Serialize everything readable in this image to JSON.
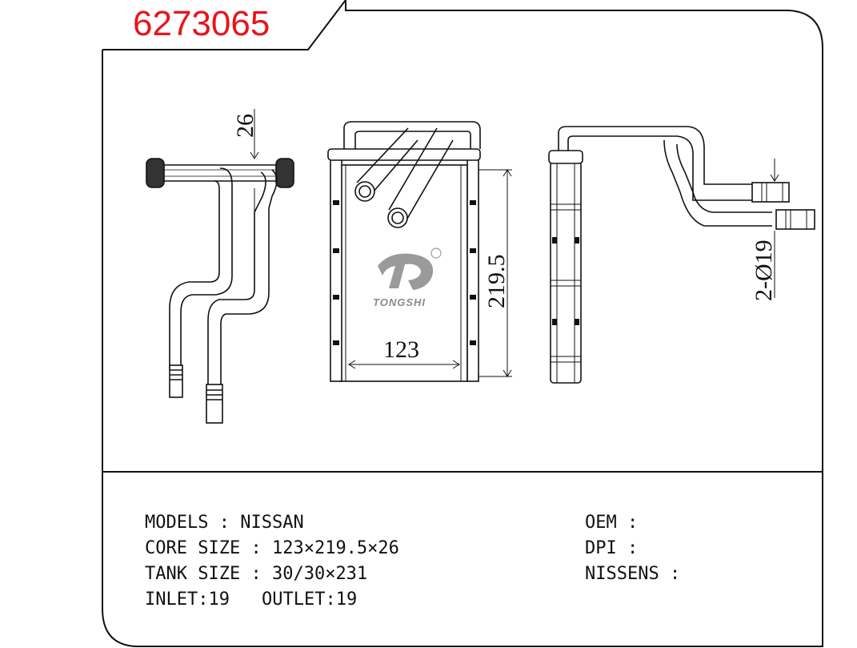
{
  "part_number": "6273065",
  "dimensions": {
    "thickness": "26",
    "height": "219.5",
    "width": "123",
    "pipe": "2-Ø19"
  },
  "logo": {
    "text": "TONGSHI",
    "registered_mark": "®"
  },
  "specs": {
    "models": {
      "label": "MODELS",
      "value": "NISSAN"
    },
    "core_size": {
      "label": "CORE SIZE",
      "value": "123×219.5×26"
    },
    "tank_size": {
      "label": "TANK SIZE",
      "value": "30/30×231"
    },
    "inlet": {
      "label": "INLET",
      "value": "19"
    },
    "outlet": {
      "label": "OUTLET",
      "value": "19"
    }
  },
  "references": {
    "oem": {
      "label": "OEM",
      "value": ""
    },
    "dpi": {
      "label": "DPI",
      "value": ""
    },
    "nissens": {
      "label": "NISSENS",
      "value": ""
    }
  },
  "colors": {
    "part_number": "#e8141b",
    "line": "#111111",
    "logo": "#8a8a8a"
  }
}
